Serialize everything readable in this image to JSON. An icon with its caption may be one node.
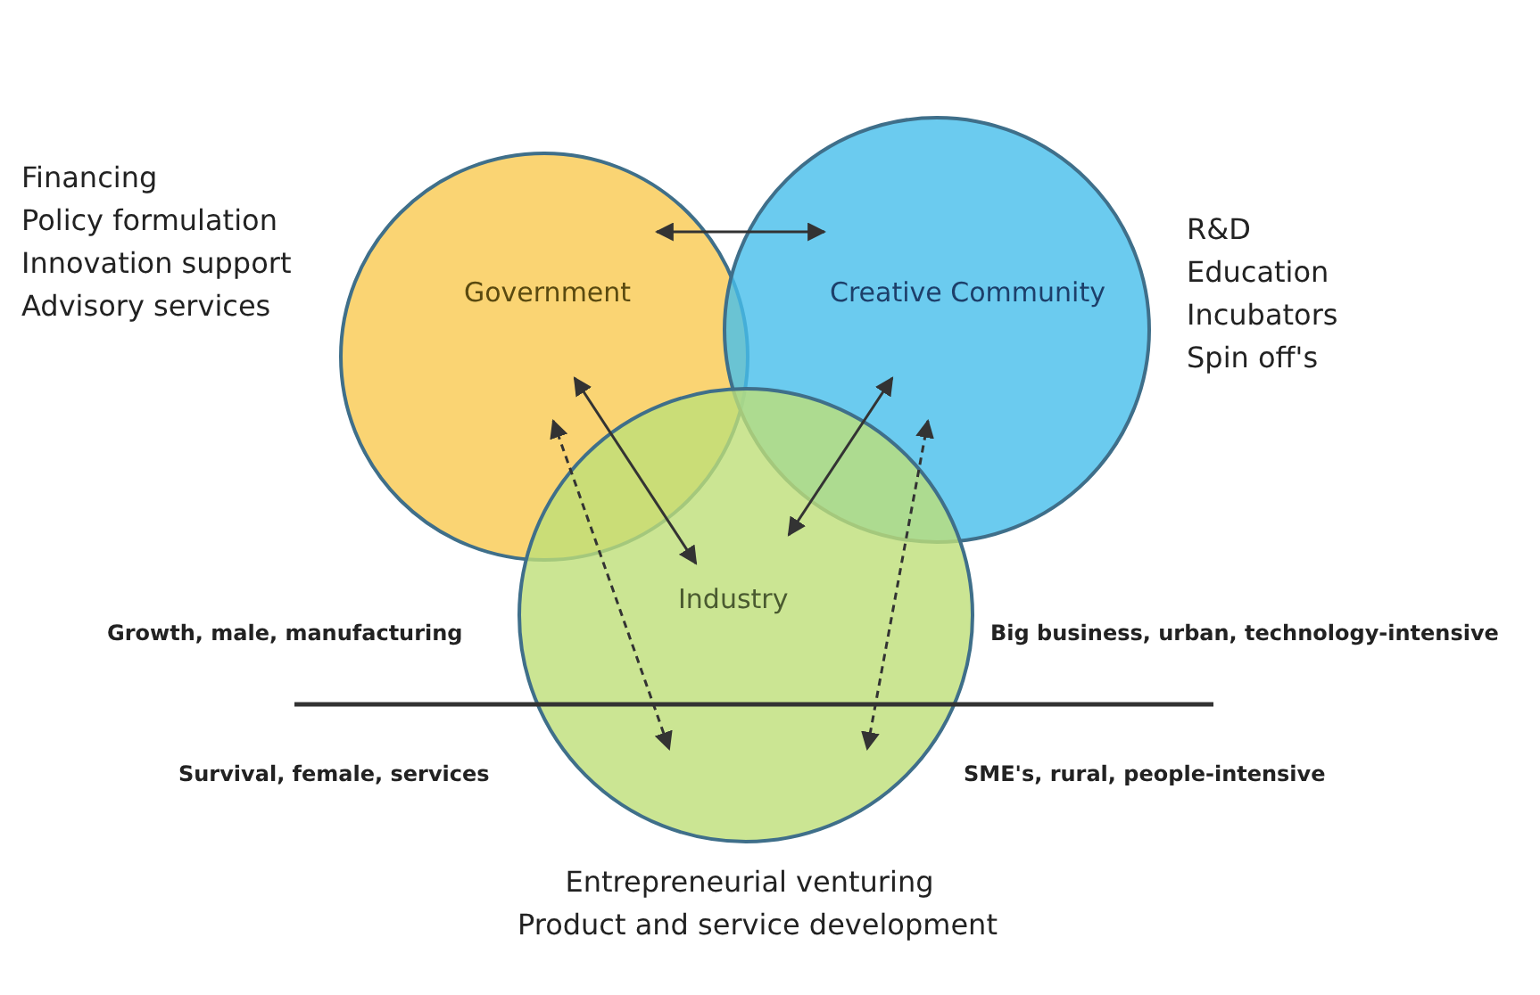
{
  "diagram": {
    "nodes": [
      {
        "text": [
          "Government"
        ],
        "beside": [
          "Financing",
          "Policy formulation",
          "Innovation support",
          "Advisory services"
        ]
      },
      {
        "text": [
          "Creative Community"
        ],
        "beside": [
          "R&D",
          "Education",
          "Incubators",
          "Spin off's"
        ]
      },
      {
        "text": [
          "Industry"
        ],
        "beside": [
          "Entrepreneurial venturing",
          "Product and service development"
        ]
      }
    ],
    "edges": [
      {
        "from": 0,
        "to": 1,
        "arrow": "both"
      },
      {
        "from": 0,
        "to": 2,
        "arrow": "both"
      },
      {
        "from": 1,
        "to": 2,
        "arrow": "both"
      },
      {
        "from": 0,
        "to": 2,
        "arrow": "both",
        "style": "dashed"
      },
      {
        "from": 1,
        "to": 2,
        "arrow": "both",
        "style": "dashed"
      }
    ],
    "labels": [
      "Growth, male, manufacturing",
      "Big business, urban, technology-intensive",
      "Survival, female, services",
      "SME's, rural, people-intensive"
    ]
  }
}
